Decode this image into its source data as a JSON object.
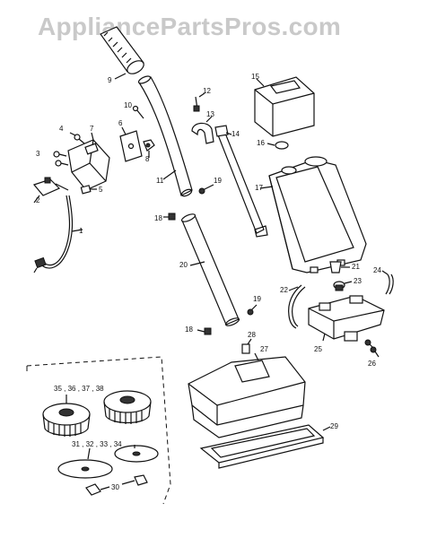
{
  "watermark": "AppliancePartsPros.com",
  "callouts": [
    {
      "id": "c1",
      "text": "1"
    },
    {
      "id": "c2",
      "text": "2"
    },
    {
      "id": "c3",
      "text": "3"
    },
    {
      "id": "c4",
      "text": "4"
    },
    {
      "id": "c5",
      "text": "5"
    },
    {
      "id": "c6",
      "text": "6"
    },
    {
      "id": "c7",
      "text": "7"
    },
    {
      "id": "c8",
      "text": "8"
    },
    {
      "id": "c9",
      "text": "9"
    },
    {
      "id": "c10",
      "text": "10"
    },
    {
      "id": "c11",
      "text": "11"
    },
    {
      "id": "c12",
      "text": "12"
    },
    {
      "id": "c13",
      "text": "13"
    },
    {
      "id": "c14",
      "text": "14"
    },
    {
      "id": "c15",
      "text": "15"
    },
    {
      "id": "c16",
      "text": "16"
    },
    {
      "id": "c17",
      "text": "17"
    },
    {
      "id": "c18a",
      "text": "18"
    },
    {
      "id": "c18b",
      "text": "18"
    },
    {
      "id": "c19a",
      "text": "19"
    },
    {
      "id": "c19b",
      "text": "19"
    },
    {
      "id": "c20",
      "text": "20"
    },
    {
      "id": "c21",
      "text": "21"
    },
    {
      "id": "c22",
      "text": "22"
    },
    {
      "id": "c23",
      "text": "23"
    },
    {
      "id": "c24",
      "text": "24"
    },
    {
      "id": "c25",
      "text": "25"
    },
    {
      "id": "c26",
      "text": "26"
    },
    {
      "id": "c27",
      "text": "27"
    },
    {
      "id": "c28",
      "text": "28"
    },
    {
      "id": "c29",
      "text": "29"
    },
    {
      "id": "c30",
      "text": "30"
    },
    {
      "id": "c31",
      "text": "31 , 32 , 33 , 34"
    },
    {
      "id": "c35",
      "text": "35 , 36 , 37 , 38"
    }
  ]
}
